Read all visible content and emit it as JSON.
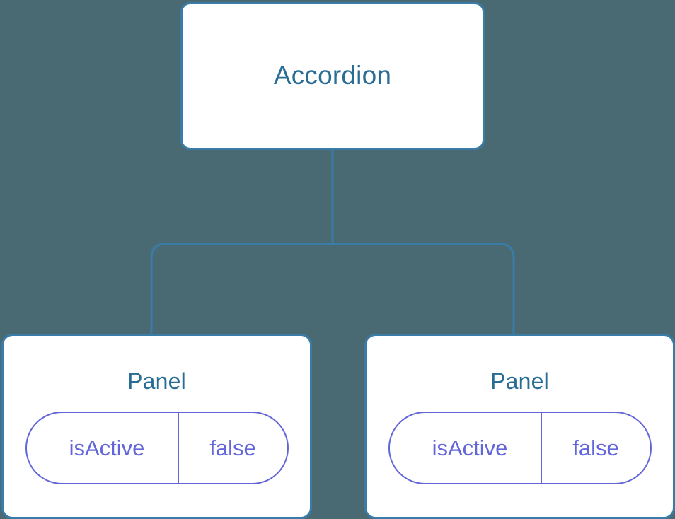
{
  "diagram": {
    "background_color": "#4a6a73",
    "node_border_color": "#3a7ca8",
    "node_fill_color": "#ffffff",
    "node_title_color": "#2a6d94",
    "state_color": "#6366d8",
    "connector_color": "#3a7ca8",
    "root": {
      "title": "Accordion"
    },
    "children": [
      {
        "title": "Panel",
        "state": {
          "key": "isActive",
          "value": "false"
        }
      },
      {
        "title": "Panel",
        "state": {
          "key": "isActive",
          "value": "false"
        }
      }
    ]
  }
}
